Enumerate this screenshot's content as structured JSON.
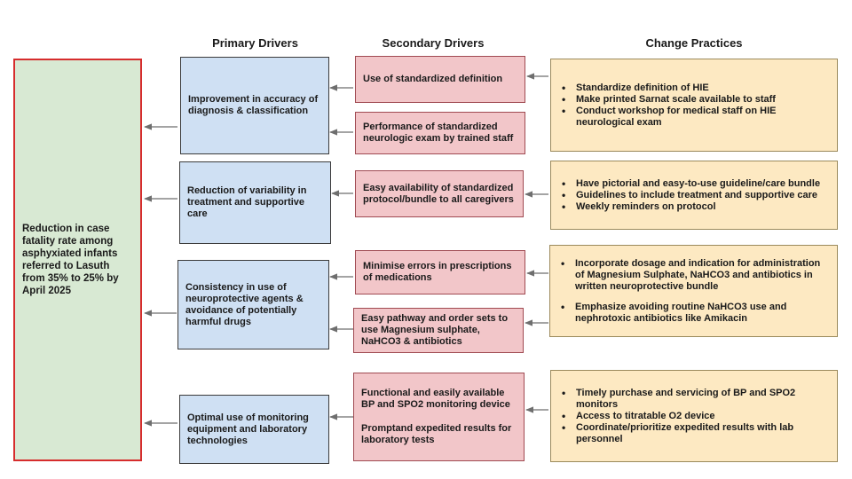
{
  "headers": {
    "primary": "Primary Drivers",
    "secondary": "Secondary Drivers",
    "change": "Change Practices"
  },
  "goal": {
    "text": "Reduction in case fatality rate among asphyxiated infants referred to Lasuth from 35% to 25%   by April 2025"
  },
  "primary_drivers": [
    "Improvement in accuracy of diagnosis & classification",
    "Reduction of variability in treatment and supportive care",
    "Consistency in use of neuroprotective agents & avoidance of potentially harmful drugs",
    "Optimal use of monitoring equipment and laboratory technologies"
  ],
  "secondary_drivers": [
    "Use of standardized  definition",
    "Performance of standardized neurologic exam by trained staff",
    "Easy availability of standardized protocol/bundle to all caregivers",
    "Minimise errors in prescriptions of medications",
    "Easy pathway and order sets to use Magnesium sulphate, NaHCO3 & antibiotics",
    "Functional and easily available BP and SPO2 monitoring device",
    "Promptand expedited results for laboratory tests"
  ],
  "change_practices": [
    [
      "Standardize definition of HIE",
      "Make printed Sarnat scale available to staff",
      "Conduct workshop for medical staff on HIE neurological exam"
    ],
    [
      "Have pictorial and easy-to-use guideline/care bundle",
      "Guidelines to include treatment and supportive care",
      "Weekly reminders on protocol"
    ],
    [
      "Incorporate dosage and indication for administration of Magnesium Sulphate, NaHCO3 and antibiotics in written neuroprotective bundle",
      "Emphasize avoiding routine NaHCO3 use and nephrotoxic antibiotics like Amikacin"
    ],
    [
      "Timely purchase and servicing of BP and SPO2 monitors",
      "Access to titratable O2 device",
      "Coordinate/prioritize  expedited results with lab personnel"
    ]
  ]
}
